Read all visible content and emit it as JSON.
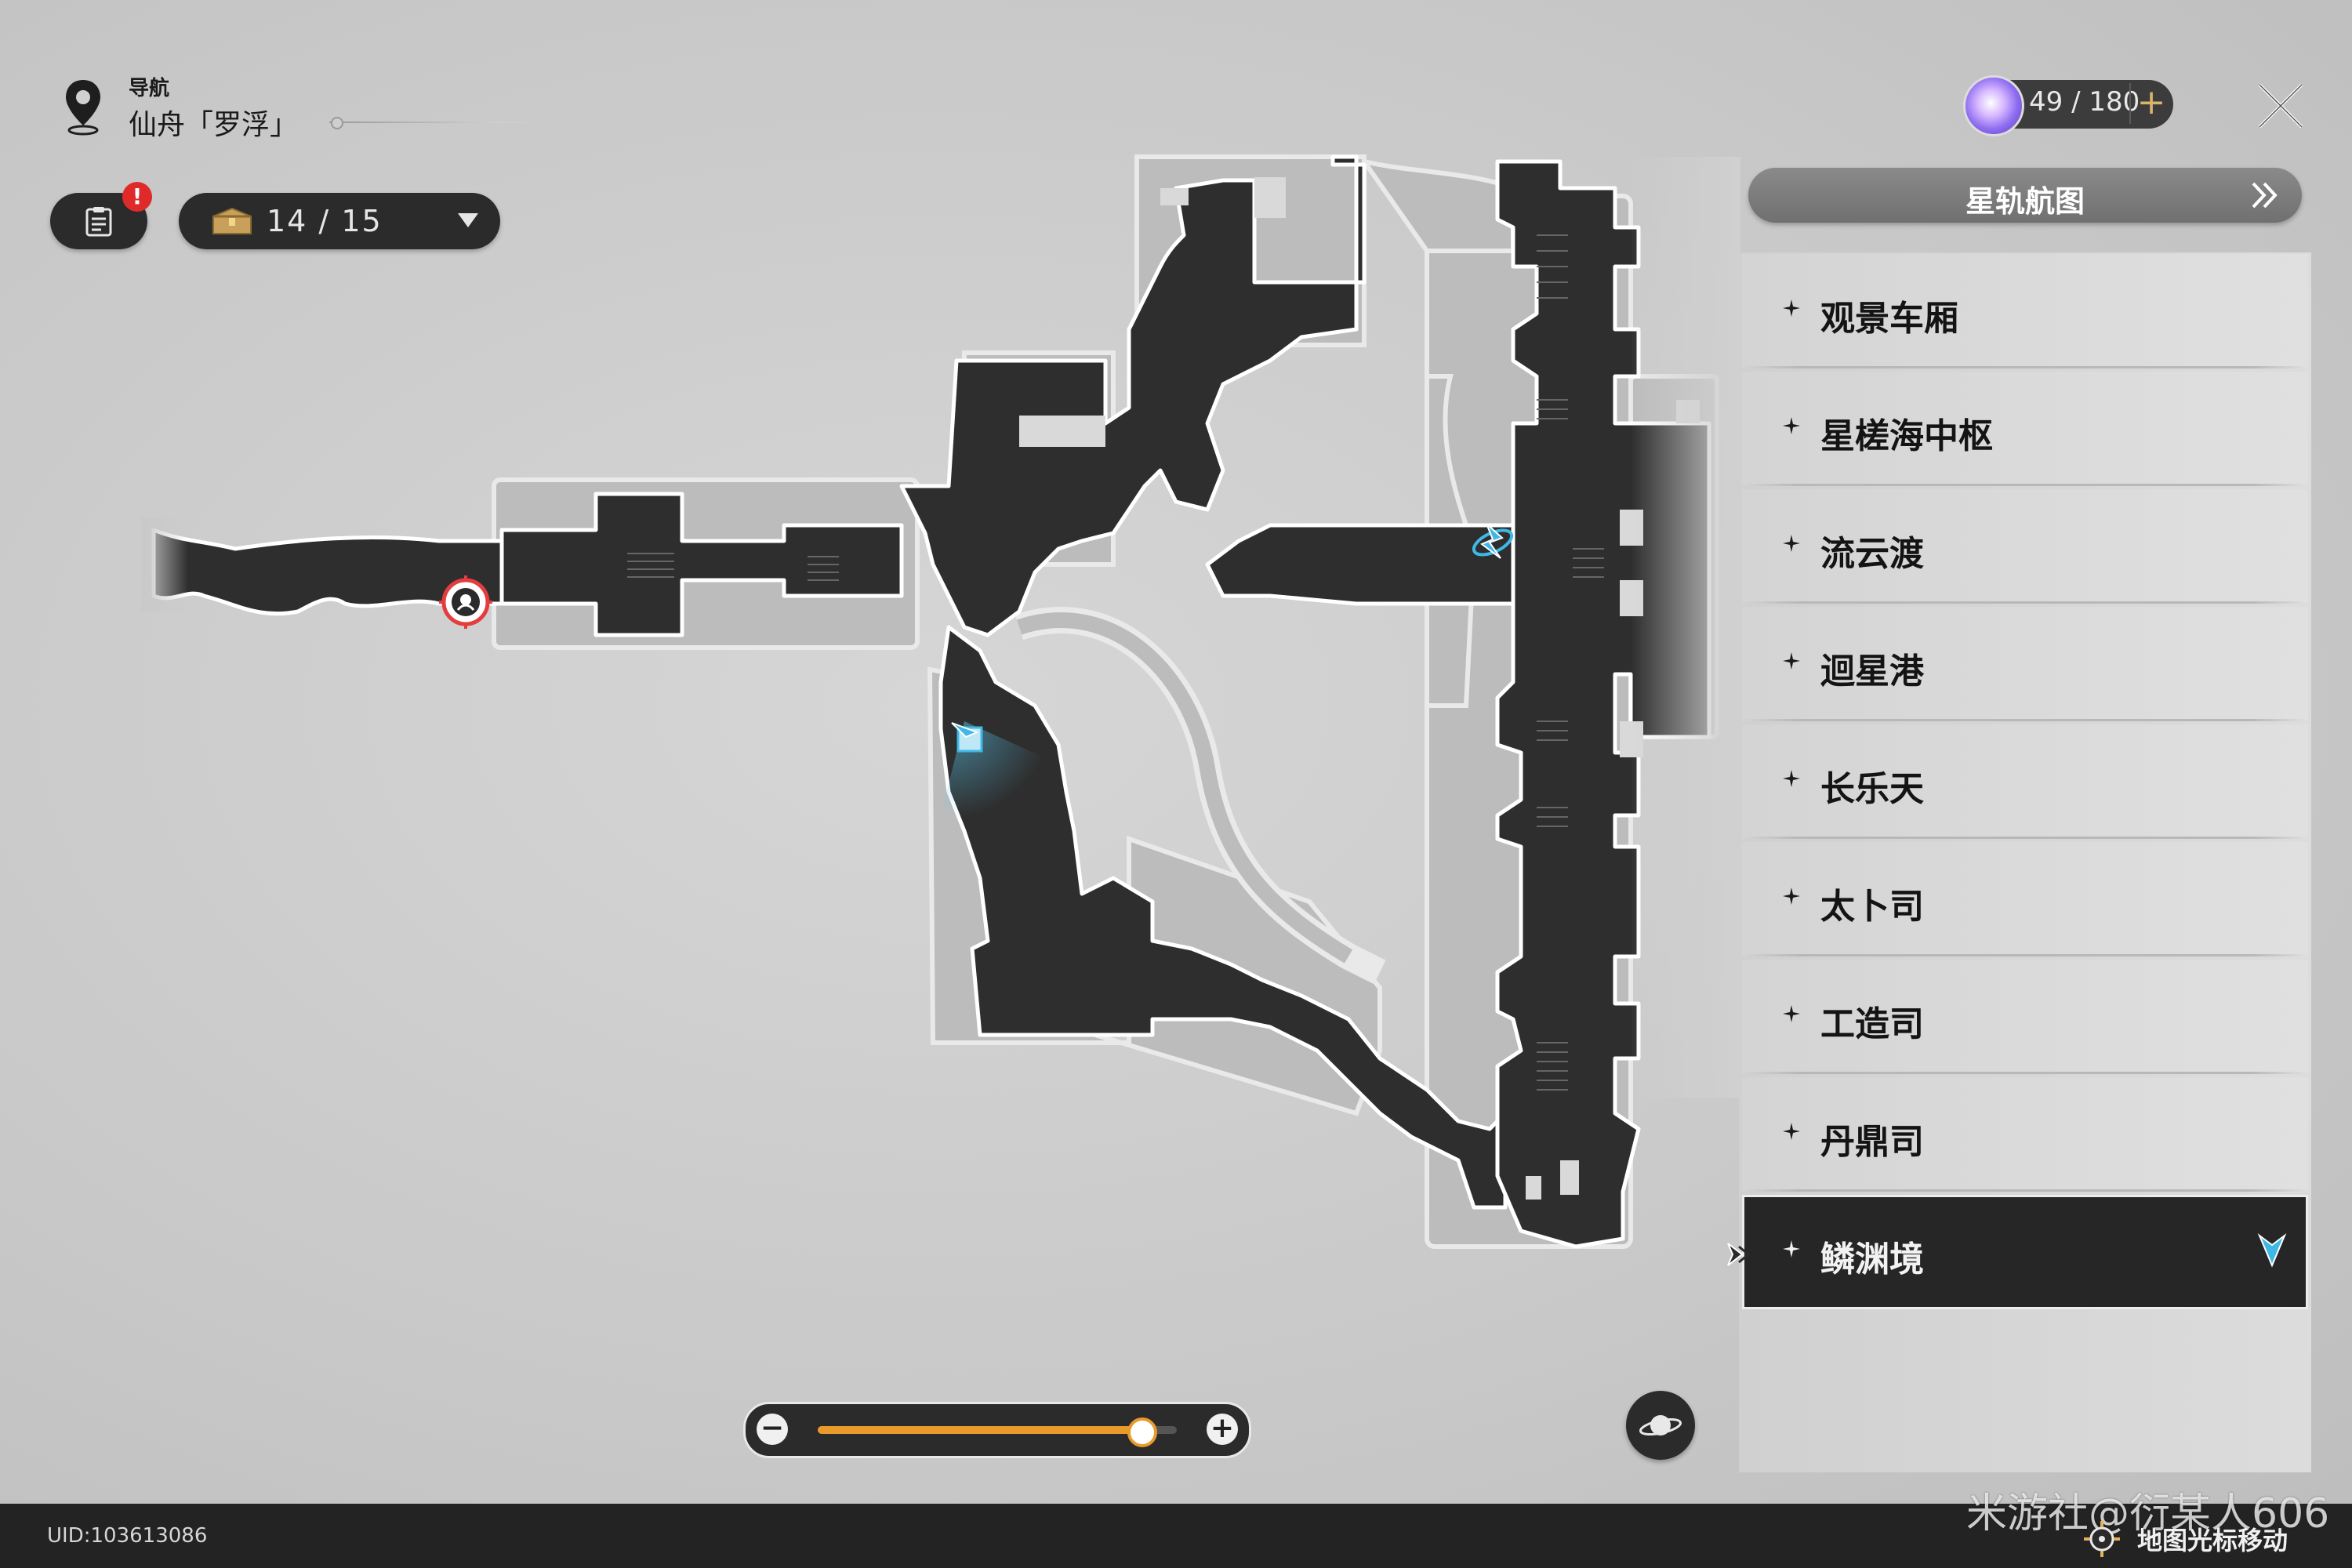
{
  "navigation": {
    "label": "导航",
    "region": "仙舟「罗浮」",
    "pin_icon": "map-pin-icon"
  },
  "mission_button": {
    "icon": "clipboard-icon",
    "alert": "!"
  },
  "chest_counter": {
    "icon": "treasure-chest-icon",
    "value": "14 / 15"
  },
  "stamina": {
    "icon": "trailblaze-power-icon",
    "value": "49 / 180",
    "plus": "+"
  },
  "close_icon": "close-icon",
  "star_rail_map": {
    "label": "星轨航图",
    "icon": "double-chevron-right-icon"
  },
  "locations": [
    {
      "label": "观景车厢",
      "selected": false
    },
    {
      "label": "星槎海中枢",
      "selected": false
    },
    {
      "label": "流云渡",
      "selected": false
    },
    {
      "label": "迴星港",
      "selected": false
    },
    {
      "label": "长乐天",
      "selected": false
    },
    {
      "label": "太卜司",
      "selected": false
    },
    {
      "label": "工造司",
      "selected": false
    },
    {
      "label": "丹鼎司",
      "selected": false
    },
    {
      "label": "鳞渊境",
      "selected": true
    }
  ],
  "zoom": {
    "minus": "−",
    "plus": "+",
    "level": 0.9
  },
  "planet_button": {
    "icon": "planet-icon"
  },
  "footer": {
    "uid": "UID:103613086",
    "hint": "地图光标移动",
    "hint_icon": "cursor-move-icon"
  },
  "watermark": "米游社@衍某人606",
  "colors": {
    "map_dark": "#2e2e2e",
    "map_light": "#b4b4b4",
    "accent_orange": "#e89a2b",
    "accent_cyan": "#3fb8e6",
    "alert_red": "#e02a2a"
  }
}
